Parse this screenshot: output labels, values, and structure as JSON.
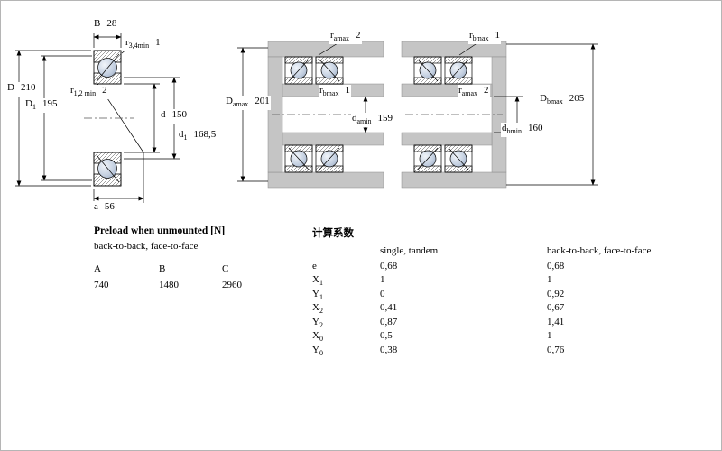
{
  "figure_left": {
    "dims": {
      "B": {
        "main": "B",
        "sub": "",
        "value": "28"
      },
      "r34": {
        "main": "r",
        "sub": "3,4min",
        "value": "1"
      },
      "D": {
        "main": "D",
        "sub": "",
        "value": "210"
      },
      "D1": {
        "main": "D",
        "sub": "1",
        "value": "195"
      },
      "r12": {
        "main": "r",
        "sub": "1,2 min",
        "value": "2"
      },
      "d": {
        "main": "d",
        "sub": "",
        "value": "150"
      },
      "d1": {
        "main": "d",
        "sub": "1",
        "value": "168,5"
      },
      "a": {
        "main": "a",
        "sub": "",
        "value": "56"
      }
    }
  },
  "figure_pair": {
    "dims": {
      "ramax_top": {
        "main": "r",
        "sub": "amax",
        "value": "2"
      },
      "rbmax_top": {
        "main": "r",
        "sub": "bmax",
        "value": "1"
      },
      "Damax": {
        "main": "D",
        "sub": "amax",
        "value": "201"
      },
      "rbmax_mid": {
        "main": "r",
        "sub": "bmax",
        "value": "1"
      },
      "ramax_mid": {
        "main": "r",
        "sub": "amax",
        "value": "2"
      },
      "damin": {
        "main": "d",
        "sub": "amin",
        "value": "159"
      },
      "Dbmax": {
        "main": "D",
        "sub": "bmax",
        "value": "205"
      },
      "dbmin": {
        "main": "d",
        "sub": "bmin",
        "value": "160"
      }
    }
  },
  "preload": {
    "title": "Preload when unmounted [N]",
    "subtitle": "back-to-back, face-to-face",
    "col_a": "A",
    "col_b": "B",
    "col_c": "C",
    "val_a": "740",
    "val_b": "1480",
    "val_c": "2960"
  },
  "calc": {
    "title": "计算系数",
    "col1": "single, tandem",
    "col2": "back-to-back, face-to-face",
    "rows": [
      {
        "main": "e",
        "sub": "",
        "v1": "0,68",
        "v2": "0,68"
      },
      {
        "main": "X",
        "sub": "1",
        "v1": "1",
        "v2": "1"
      },
      {
        "main": "Y",
        "sub": "1",
        "v1": "0",
        "v2": "0,92"
      },
      {
        "main": "X",
        "sub": "2",
        "v1": "0,41",
        "v2": "0,67"
      },
      {
        "main": "Y",
        "sub": "2",
        "v1": "0,87",
        "v2": "1,41"
      },
      {
        "main": "X",
        "sub": "0",
        "v1": "0,5",
        "v2": "1"
      },
      {
        "main": "Y",
        "sub": "0",
        "v1": "0,38",
        "v2": "0,76"
      }
    ]
  }
}
